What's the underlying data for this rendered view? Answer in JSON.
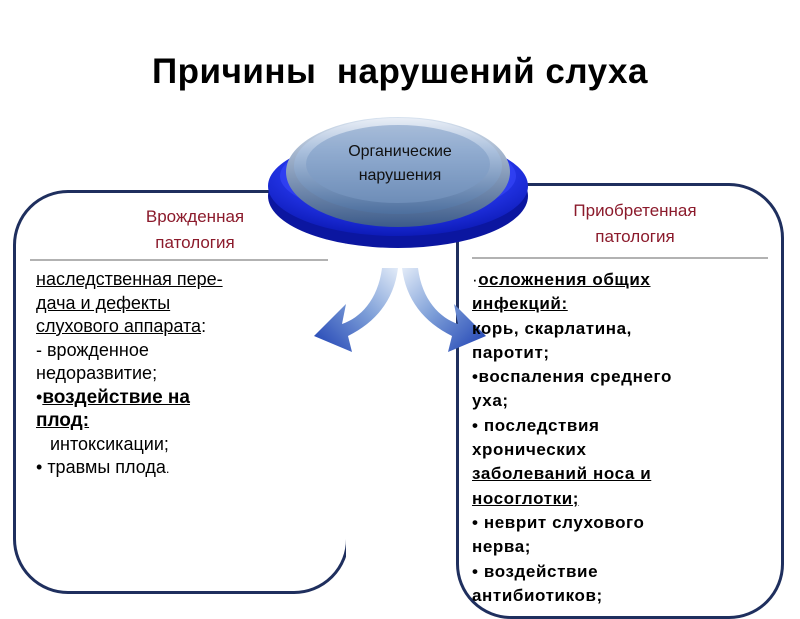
{
  "title": "Причины  нарушений слуха",
  "center": {
    "line1": "Органические",
    "line2": "нарушения"
  },
  "left": {
    "heading_line1": "Врожденная",
    "heading_line2": "патология",
    "lines": {
      "l1": "наследственная пере-",
      "l2": "дача и дефекты ",
      "l3a": "слухового аппарата",
      "l3b": ":",
      "l4": "- врожденное",
      "l5": "недоразвитие;",
      "bullet1": "•",
      "l6": "воздействие на",
      "l7": "плод:",
      "l8": "интоксикации;",
      "bullet2": "•",
      "l9a": " травмы плода",
      "l9b": "."
    }
  },
  "right": {
    "heading_line1": "Приобретенная",
    "heading_line2": "патология",
    "lines": {
      "dot": "·",
      "r1": "осложнения общих",
      "r2": "инфекций: ",
      "r3": "корь, скарлатина,",
      "r4": "паротит;",
      "r5": "•воспаления среднего",
      "r6": "уха;",
      "r7": "• последствия",
      "r8": "хронических",
      "r9": "заболеваний носа и",
      "r10": "носоглотки;",
      "r11": "• неврит слухового",
      "r12": "нерва;",
      "r13": "• воздействие",
      "r14": "антибиотиков;"
    }
  },
  "colors": {
    "panel_border": "#1f2f5e",
    "heading": "#8b1a2b",
    "disc_blue": "#1a2bff",
    "badge_steel": "#6a8fbf",
    "arrow_blue": "#2f58c4"
  }
}
